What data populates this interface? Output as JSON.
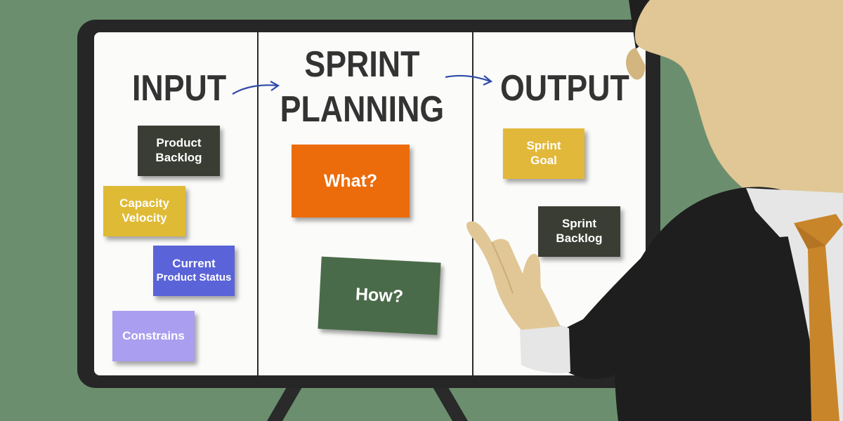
{
  "headings": {
    "input": "INPUT",
    "sprint_planning_line1": "SPRINT",
    "sprint_planning_line2": "PLANNING",
    "output": "OUTPUT"
  },
  "notes": {
    "product_backlog": {
      "line1": "Product",
      "line2": "Backlog",
      "color": "#3a3d33"
    },
    "capacity_velocity": {
      "line1": "Capacity",
      "line2": "Velocity",
      "color": "#dfba35"
    },
    "current_product_status": {
      "line1": "Current",
      "line2": "Product Status",
      "color": "#5a63d8"
    },
    "constrains": {
      "label": "Constrains",
      "color": "#a99ef0"
    },
    "what": {
      "label": "What?",
      "color": "#ec6b0a"
    },
    "how": {
      "label": "How?",
      "color": "#4a6b49"
    },
    "sprint_goal": {
      "line1": "Sprint",
      "line2": "Goal",
      "color": "#e2b83a"
    },
    "sprint_backlog": {
      "line1": "Sprint",
      "line2": "Backlog",
      "color": "#3a3d33"
    }
  },
  "colors": {
    "background": "#6b8f6e",
    "board_frame": "#262626",
    "board_surface": "#fbfbfa",
    "arrow": "#2f4aa8",
    "skin": "#e0c795",
    "suit": "#1e1e1e",
    "shirt": "#e6e6e6",
    "tie": "#c8852a"
  }
}
